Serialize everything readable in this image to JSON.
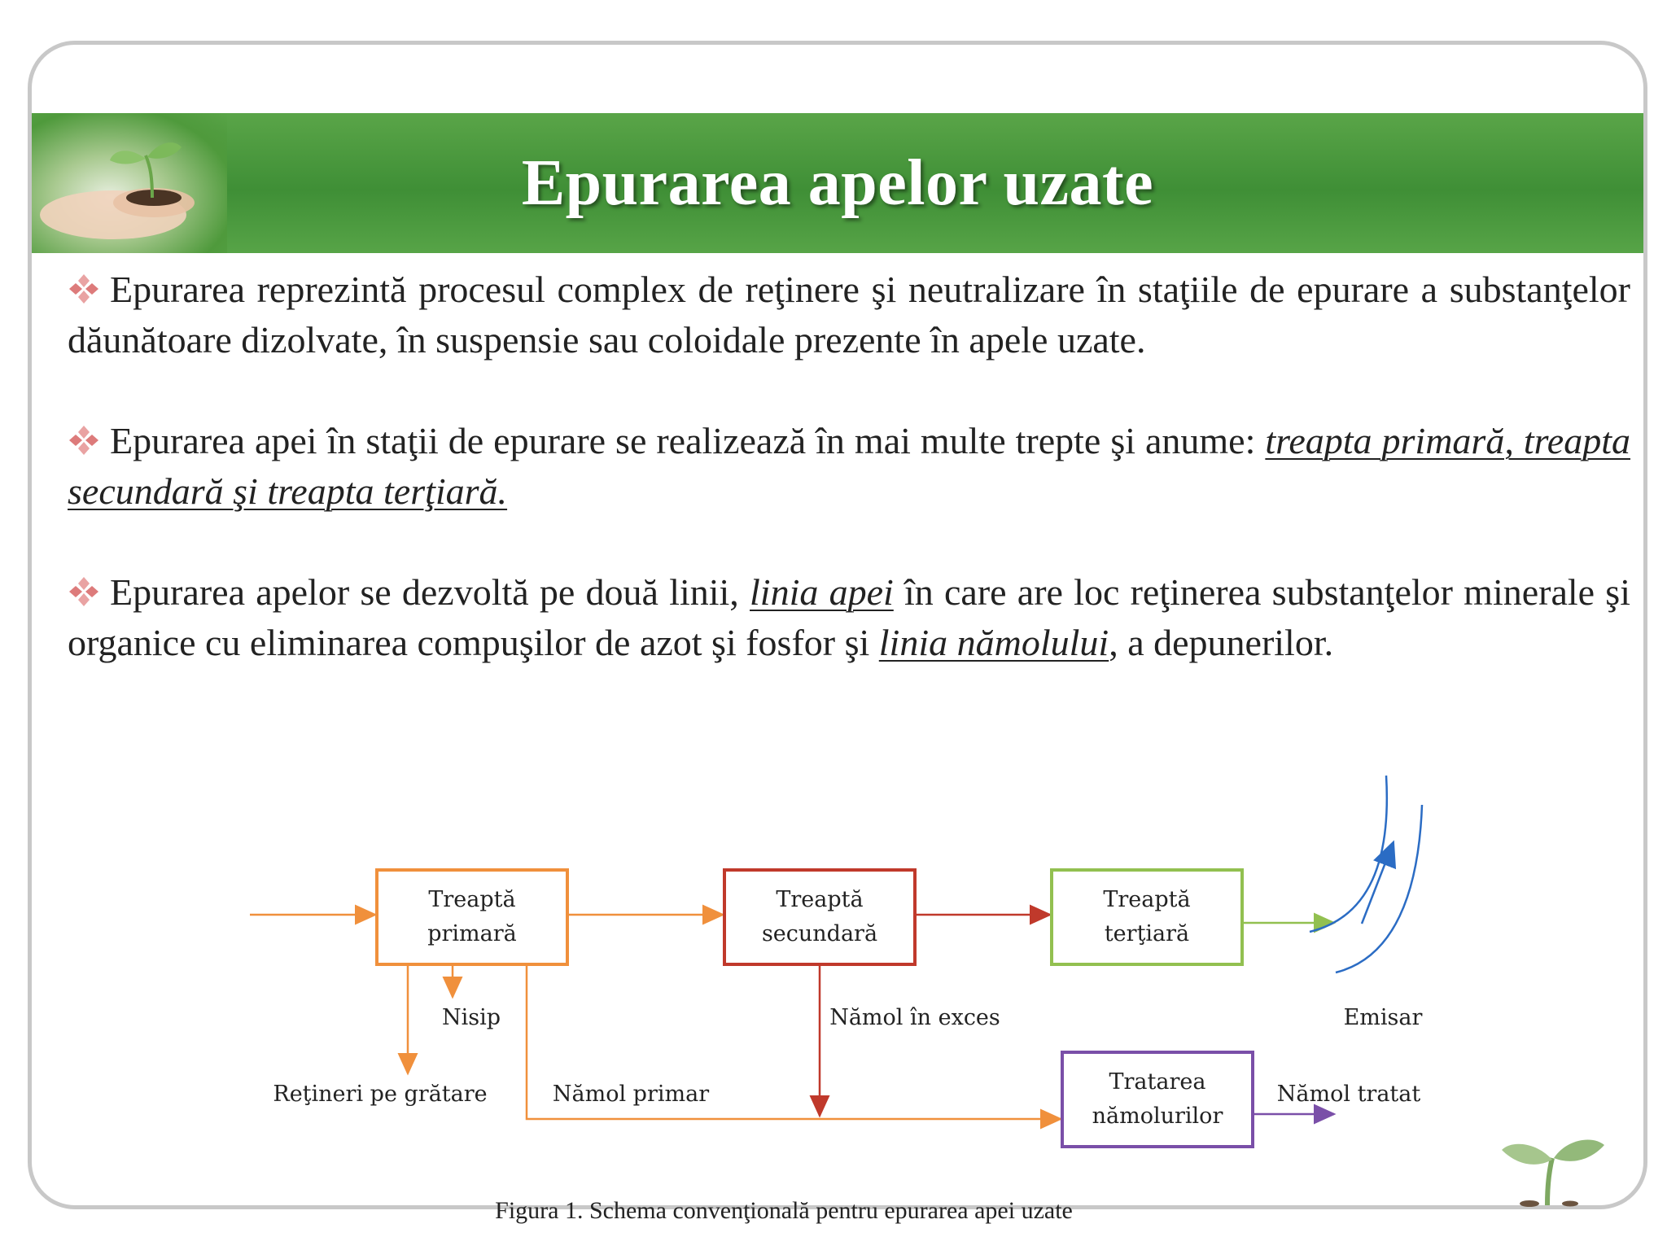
{
  "slide": {
    "title": "Epurarea apelor uzate"
  },
  "paragraphs": [
    {
      "text": "Epurarea reprezintă procesul complex de reţinere şi neutralizare în staţiile de epurare a substanţelor dăunătoare dizolvate, în suspensie sau coloidale prezente în apele uzate."
    },
    {
      "lead": "Epurarea apei în staţii de epurare se realizează în mai multe trepte şi anume: ",
      "emphasis": "treapta primară, treapta secundară şi treapta terţiară."
    },
    {
      "lead": "Epurarea apelor se dezvoltă pe două linii, ",
      "emphasis1": "linia apei",
      "middle": " în care are loc reţinerea substanţelor minerale şi organice cu eliminarea compuşilor de azot şi fosfor şi ",
      "emphasis2": "linia nămolului",
      "tail": ", a depunerilor."
    }
  ],
  "diagram": {
    "boxes": {
      "primary": [
        "Treaptă",
        "primară"
      ],
      "secondary": [
        "Treaptă",
        "secundară"
      ],
      "tertiary": [
        "Treaptă",
        "terţiară"
      ],
      "sludge_treatment": [
        "Tratarea",
        "nămolurilor"
      ]
    },
    "labels": {
      "sand": "Nisip",
      "screenings": "Reţineri pe grătare",
      "primary_sludge": "Nămol primar",
      "excess_sludge": "Nămol în exces",
      "receiver": "Emisar",
      "treated_sludge": "Nămol tratat"
    },
    "colors": {
      "primary": "#f0903c",
      "secondary": "#c0392b",
      "tertiary": "#92c050",
      "sludge_treatment": "#7a4fa8",
      "receiver": "#2b6cc4"
    },
    "caption": "Figura 1. Schema convenţională pentru epurarea apei uzate"
  },
  "icons": {
    "bullet": "four-diamond-bullet-icon",
    "banner_image": "hand-holding-sprout-icon",
    "corner_image": "sprout-icon"
  }
}
